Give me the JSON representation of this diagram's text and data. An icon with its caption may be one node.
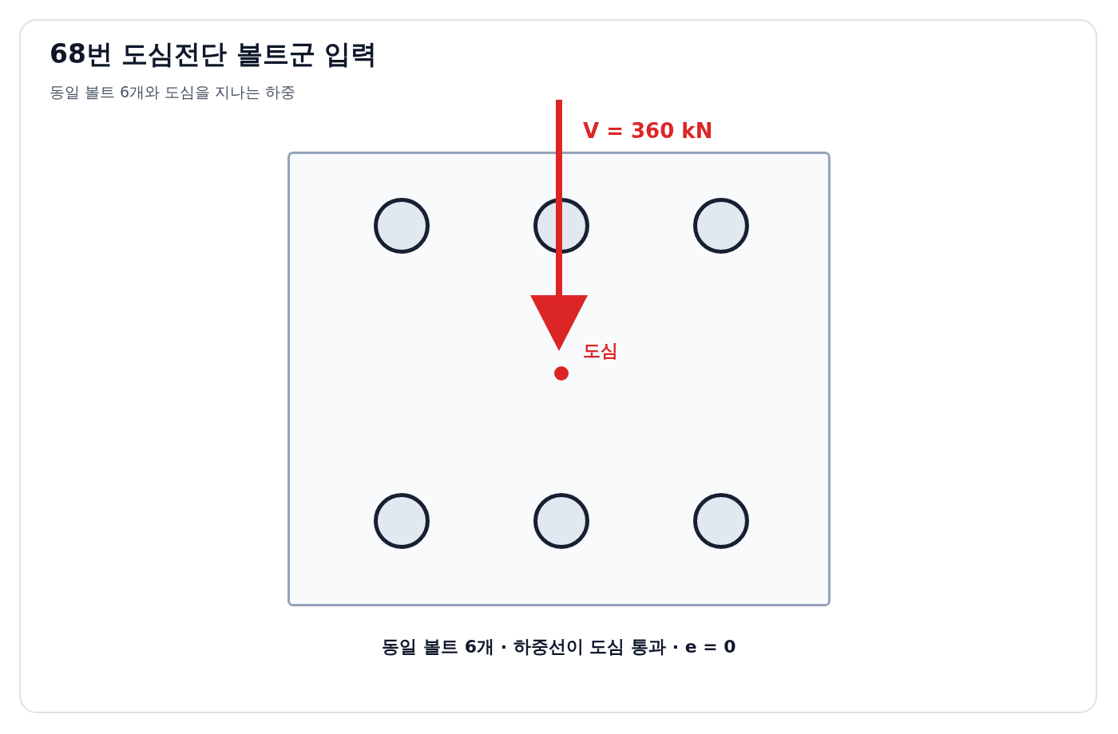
{
  "diagram": {
    "title": "68번 도심전단 볼트군 입력",
    "caption": "동일 볼트 6개 · 하중선이 도심 통과 · e = 0",
    "nodes": [
      {
        "text": [],
        "shape": "box"
      },
      {
        "text": [],
        "shape": "circle",
        "in": 0
      },
      {
        "text": [],
        "shape": "circle",
        "in": 0
      },
      {
        "text": [],
        "shape": "circle",
        "in": 0
      },
      {
        "text": [],
        "shape": "circle",
        "in": 0,
        "beside": [
          "도심"
        ]
      },
      {
        "text": [],
        "shape": "circle",
        "in": 0
      },
      {
        "text": [],
        "shape": "circle",
        "in": 0
      },
      {
        "text": [],
        "shape": "circle",
        "in": 0
      }
    ],
    "edges": [],
    "labels": [
      "동일 볼트 6개와 도심을 지나는 하중",
      "V = 360 kN"
    ]
  }
}
